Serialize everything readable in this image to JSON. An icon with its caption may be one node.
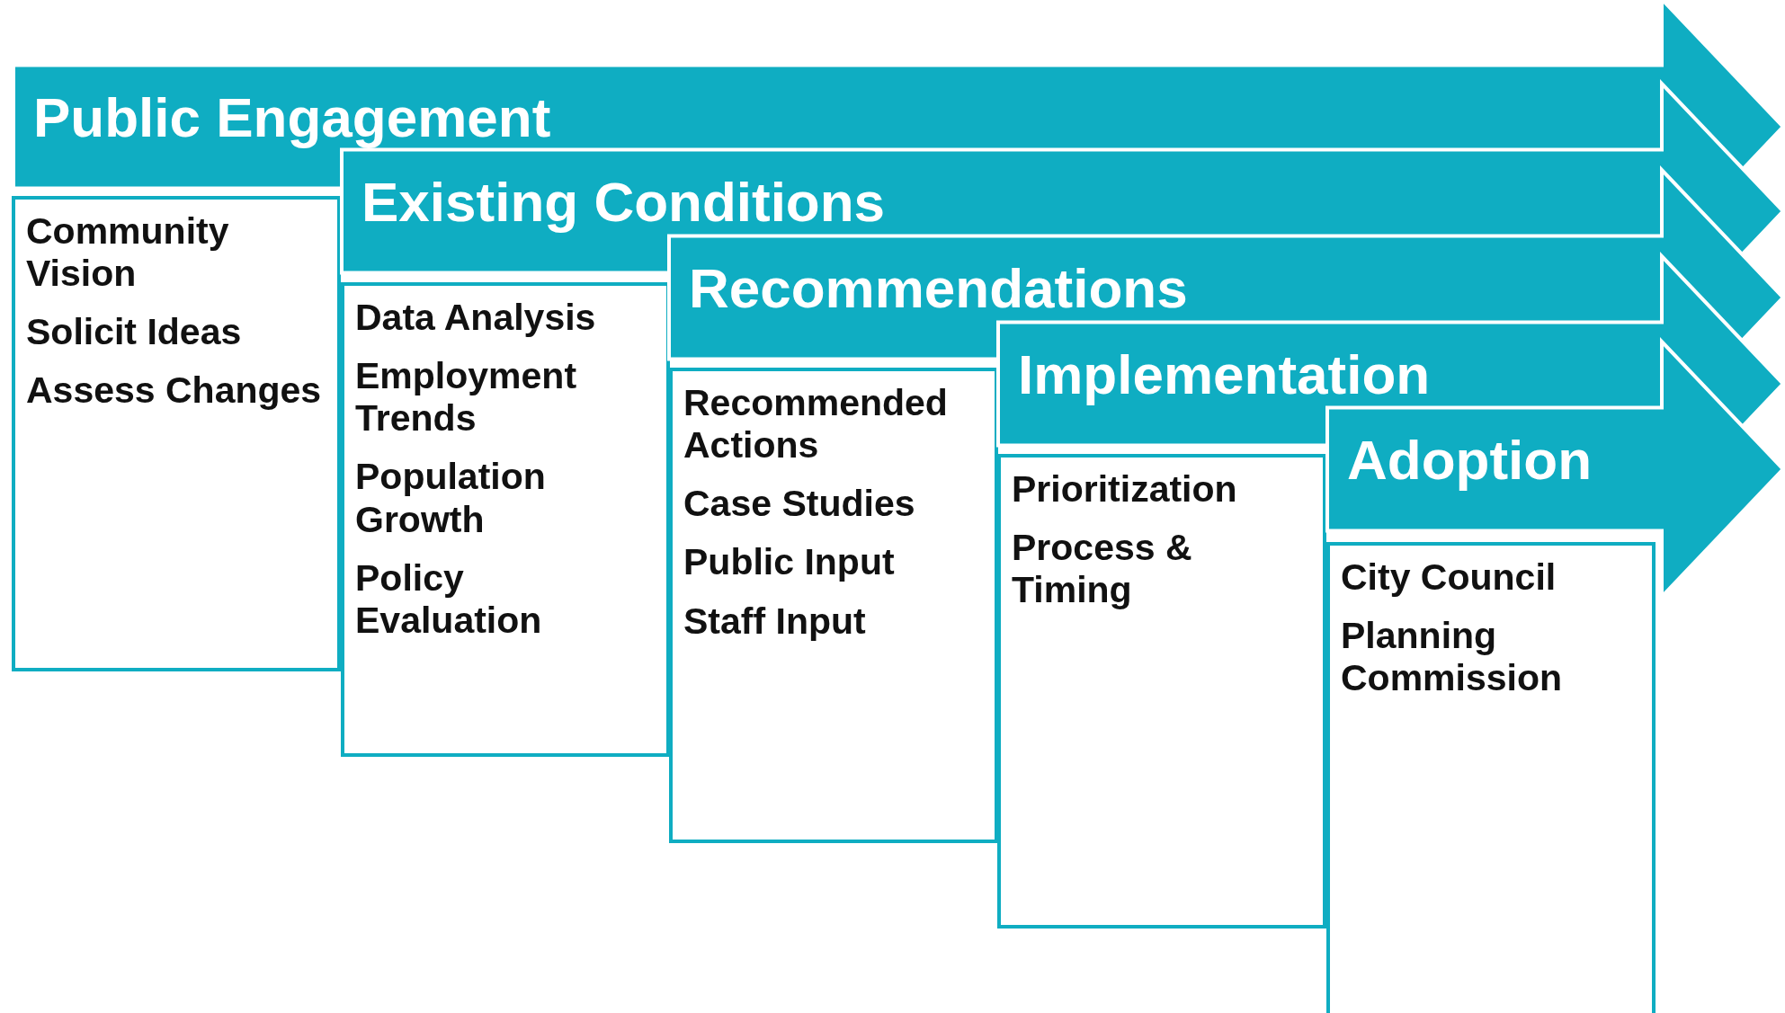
{
  "diagram": {
    "nodes": [
      {
        "text": [
          "Public Engagement"
        ]
      },
      {
        "text": [
          "Community Vision",
          "Solicit Ideas",
          "Assess Changes"
        ]
      },
      {
        "text": [
          "Existing Conditions"
        ]
      },
      {
        "text": [
          "Data Analysis",
          "Employment Trends",
          "Population Growth",
          "Policy Evaluation"
        ]
      },
      {
        "text": [
          "Recommendations"
        ]
      },
      {
        "text": [
          "Recommended Actions",
          "Case Studies",
          "Public Input",
          "Staff Input"
        ]
      },
      {
        "text": [
          "Implementation"
        ]
      },
      {
        "text": [
          "Prioritization",
          "Process & Timing"
        ]
      },
      {
        "text": [
          "Adoption"
        ]
      },
      {
        "text": [
          "City Council",
          "Planning Commission"
        ]
      }
    ]
  }
}
